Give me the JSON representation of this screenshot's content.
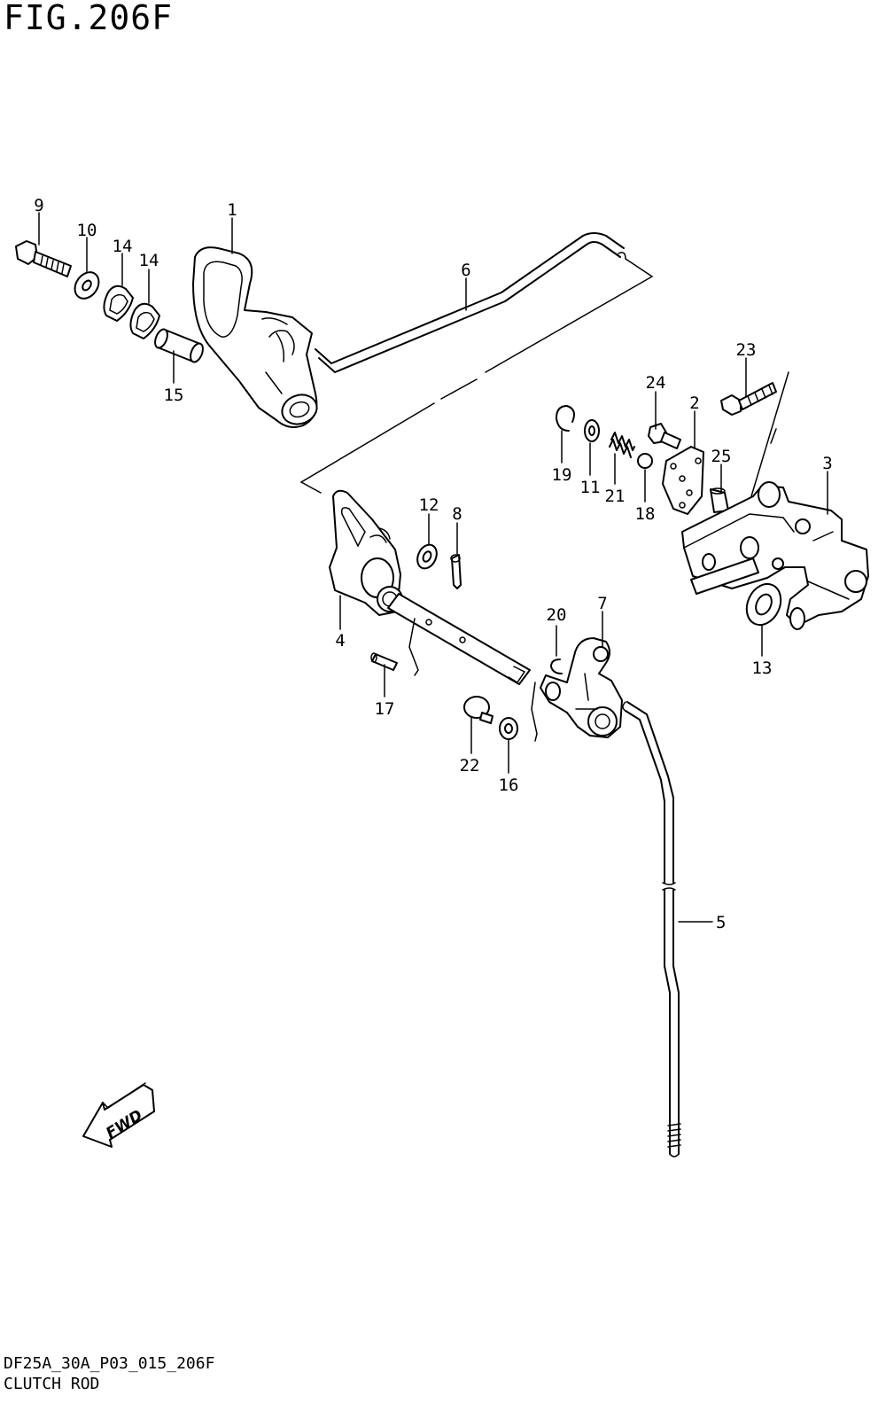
{
  "figure": {
    "title": "FIG.206F",
    "drawing_code": "DF25A_30A_P03_015_206F",
    "drawing_name": "CLUTCH ROD"
  },
  "callouts": {
    "c1": "1",
    "c2": "2",
    "c3": "3",
    "c4": "4",
    "c5": "5",
    "c6": "6",
    "c7": "7",
    "c8": "8",
    "c9": "9",
    "c10": "10",
    "c11": "11",
    "c12": "12",
    "c13": "13",
    "c14a": "14",
    "c14b": "14",
    "c15": "15",
    "c16": "16",
    "c17": "17",
    "c18": "18",
    "c19": "19",
    "c20": "20",
    "c21": "21",
    "c22": "22",
    "c23": "23",
    "c24": "24",
    "c25": "25"
  },
  "fwd_arrow": {
    "label": "FWD"
  }
}
